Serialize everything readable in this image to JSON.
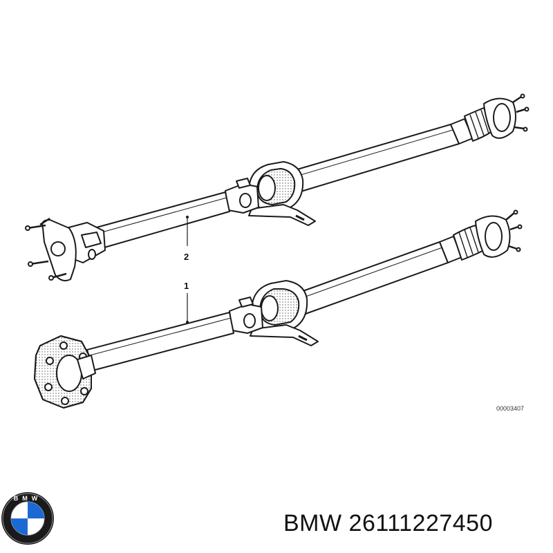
{
  "diagram": {
    "callouts": [
      {
        "label": "2",
        "part": "driveshaft-upper"
      },
      {
        "label": "1",
        "part": "driveshaft-lower"
      }
    ],
    "reference_code": "00003407"
  },
  "logo": {
    "brand_letters": "BMW",
    "colors": {
      "blue": "#1c69d4",
      "white": "#ffffff",
      "ring": "#1a1a1a"
    }
  },
  "footer": {
    "brand": "BMW",
    "part_number": "26111227450",
    "title": "BMW 26111227450"
  },
  "colors": {
    "line": "#1a1a1a",
    "shaft_fill": "#ffffff",
    "shade": "#cfcfcf"
  }
}
